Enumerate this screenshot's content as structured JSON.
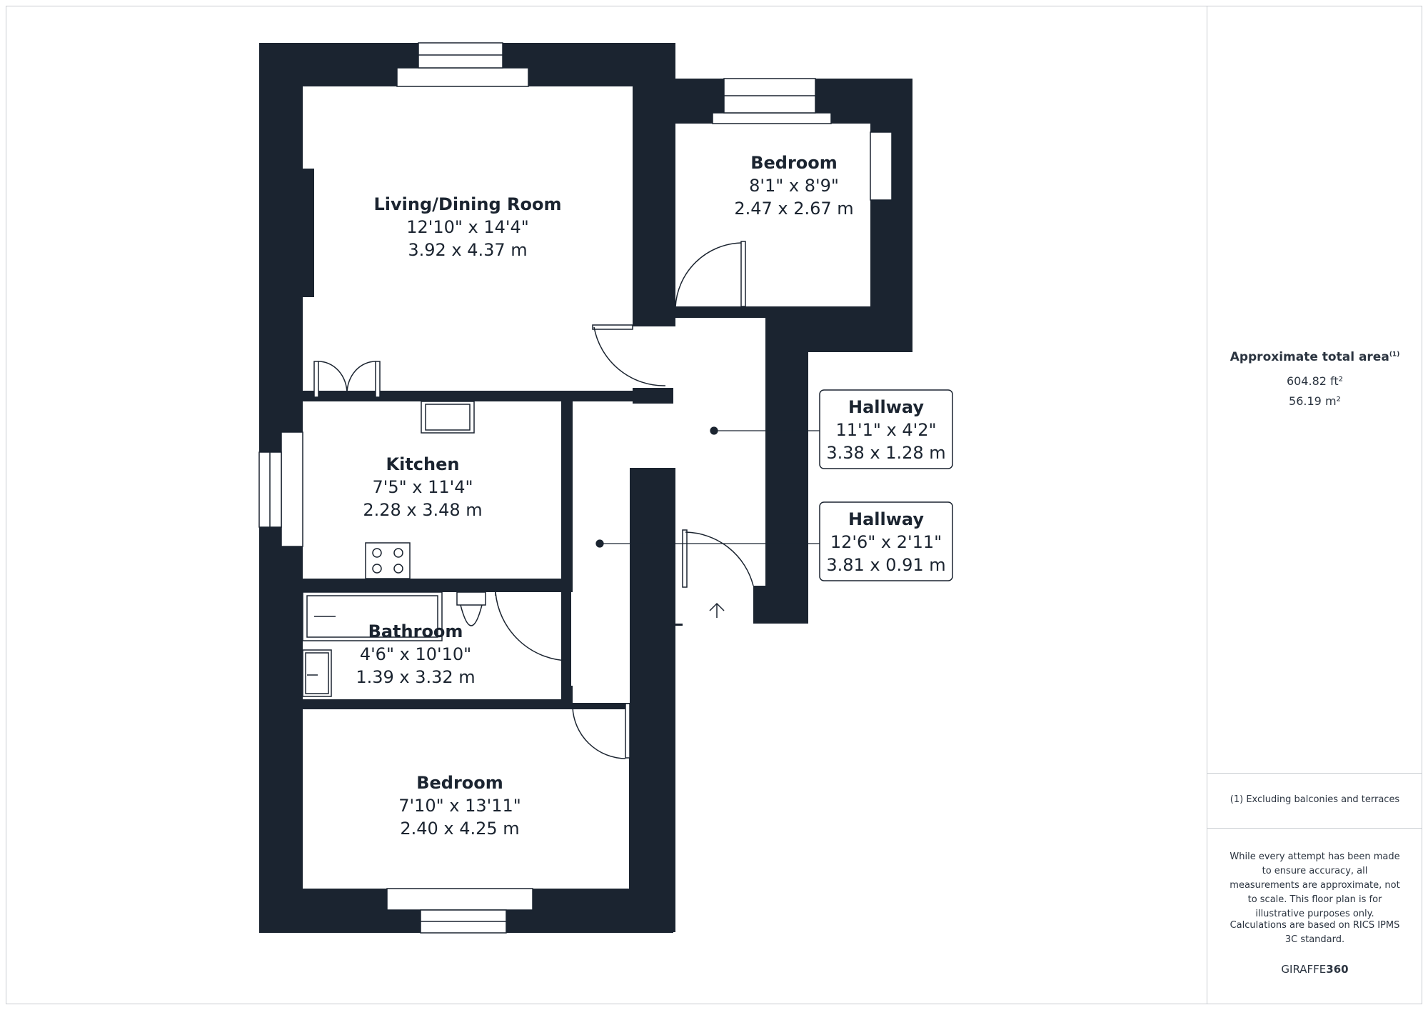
{
  "rooms": {
    "living": {
      "name": "Living/Dining Room",
      "imperial": "12'10\" x 14'4\"",
      "metric": "3.92 x 4.37 m"
    },
    "bedroom1": {
      "name": "Bedroom",
      "imperial": "8'1\" x 8'9\"",
      "metric": "2.47 x 2.67 m"
    },
    "kitchen": {
      "name": "Kitchen",
      "imperial": "7'5\" x 11'4\"",
      "metric": "2.28 x 3.48 m"
    },
    "bathroom": {
      "name": "Bathroom",
      "imperial": "4'6\" x 10'10\"",
      "metric": "1.39 x 3.32 m"
    },
    "bedroom2": {
      "name": "Bedroom",
      "imperial": "7'10\" x 13'11\"",
      "metric": "2.40 x 4.25 m"
    },
    "hallway1": {
      "name": "Hallway",
      "imperial": "11'1\" x 4'2\"",
      "metric": "3.38 x 1.28 m"
    },
    "hallway2": {
      "name": "Hallway",
      "imperial": "12'6\" x 2'11\"",
      "metric": "3.81 x 0.91 m"
    }
  },
  "sidebar": {
    "area_title": "Approximate total area",
    "area_footnote_mark": "(1)",
    "area_ft": "604.82 ft²",
    "area_m": "56.19 m²",
    "footnote": "(1) Excluding balconies and terraces",
    "disclaimer": "While every attempt has been made to ensure accuracy, all measurements are approximate, not to scale. This floor plan is for illustrative purposes only.",
    "calc_note": "Calculations are based on RICS IPMS 3C standard.",
    "brand_light": "GIRAFFE",
    "brand_bold": "360"
  },
  "colors": {
    "wall": "#1b2430",
    "line": "#1b2430",
    "border": "#c9ccd1"
  }
}
